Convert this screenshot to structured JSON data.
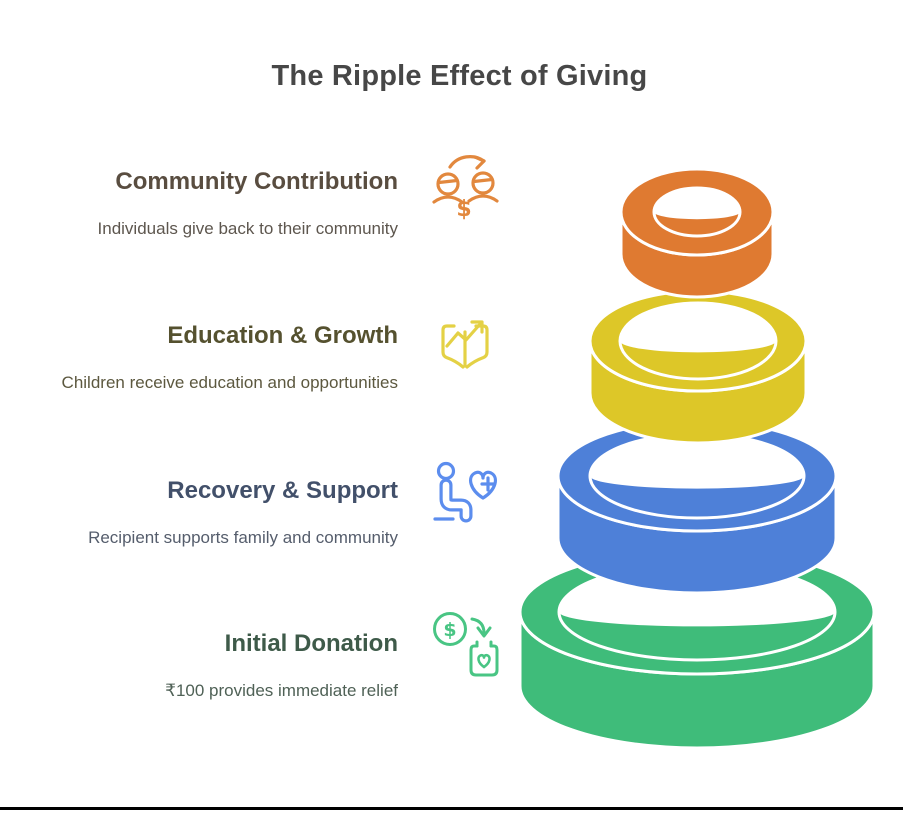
{
  "title": "The Ripple Effect of Giving",
  "title_color": "#474747",
  "divider_color": "#000000",
  "levels": [
    {
      "heading": "Community Contribution",
      "description": "Individuals give back to their community",
      "icon": "people-money-exchange-icon",
      "accent": "#E2883E",
      "ring_color": "#DF7A31",
      "heading_color": "#594D40",
      "desc_color": "#5D564E"
    },
    {
      "heading": "Education & Growth",
      "description": "Children receive education and opportunities",
      "icon": "book-growth-icon",
      "accent": "#E4D145",
      "ring_color": "#DDC728",
      "heading_color": "#55512F",
      "desc_color": "#5C583F"
    },
    {
      "heading": "Recovery & Support",
      "description": "Recipient supports family and community",
      "icon": "person-heart-plus-icon",
      "accent": "#5C8DEE",
      "ring_color": "#4E80D8",
      "heading_color": "#42506A",
      "desc_color": "#555D6C"
    },
    {
      "heading": "Initial Donation",
      "description": "₹100 provides immediate relief",
      "icon": "coin-donation-box-icon",
      "accent": "#49C584",
      "ring_color": "#3FBC7A",
      "heading_color": "#3E5A49",
      "desc_color": "#4F6156"
    }
  ]
}
